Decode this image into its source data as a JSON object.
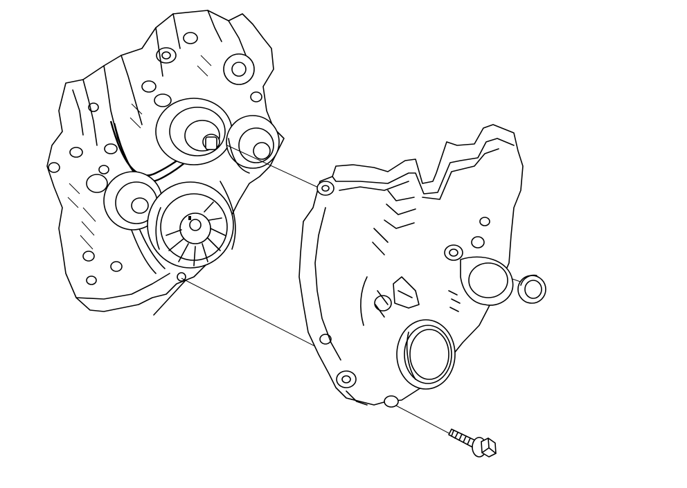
{
  "figure": {
    "background": "#ffffff",
    "line_color": "#000000",
    "parts": [
      {
        "id": "engine-block",
        "icon": "engine-block-icon"
      },
      {
        "id": "crank-pulley",
        "icon": "pulley-icon"
      },
      {
        "id": "tensioner-pulley",
        "icon": "pulley-icon"
      },
      {
        "id": "idler-pulley",
        "icon": "pulley-icon"
      },
      {
        "id": "timing-belt",
        "icon": "belt-icon"
      },
      {
        "id": "lower-timing-belt-cover",
        "icon": "cover-icon"
      },
      {
        "id": "seal-ring",
        "icon": "o-ring-icon"
      },
      {
        "id": "flange-bolt",
        "icon": "bolt-icon"
      }
    ]
  }
}
